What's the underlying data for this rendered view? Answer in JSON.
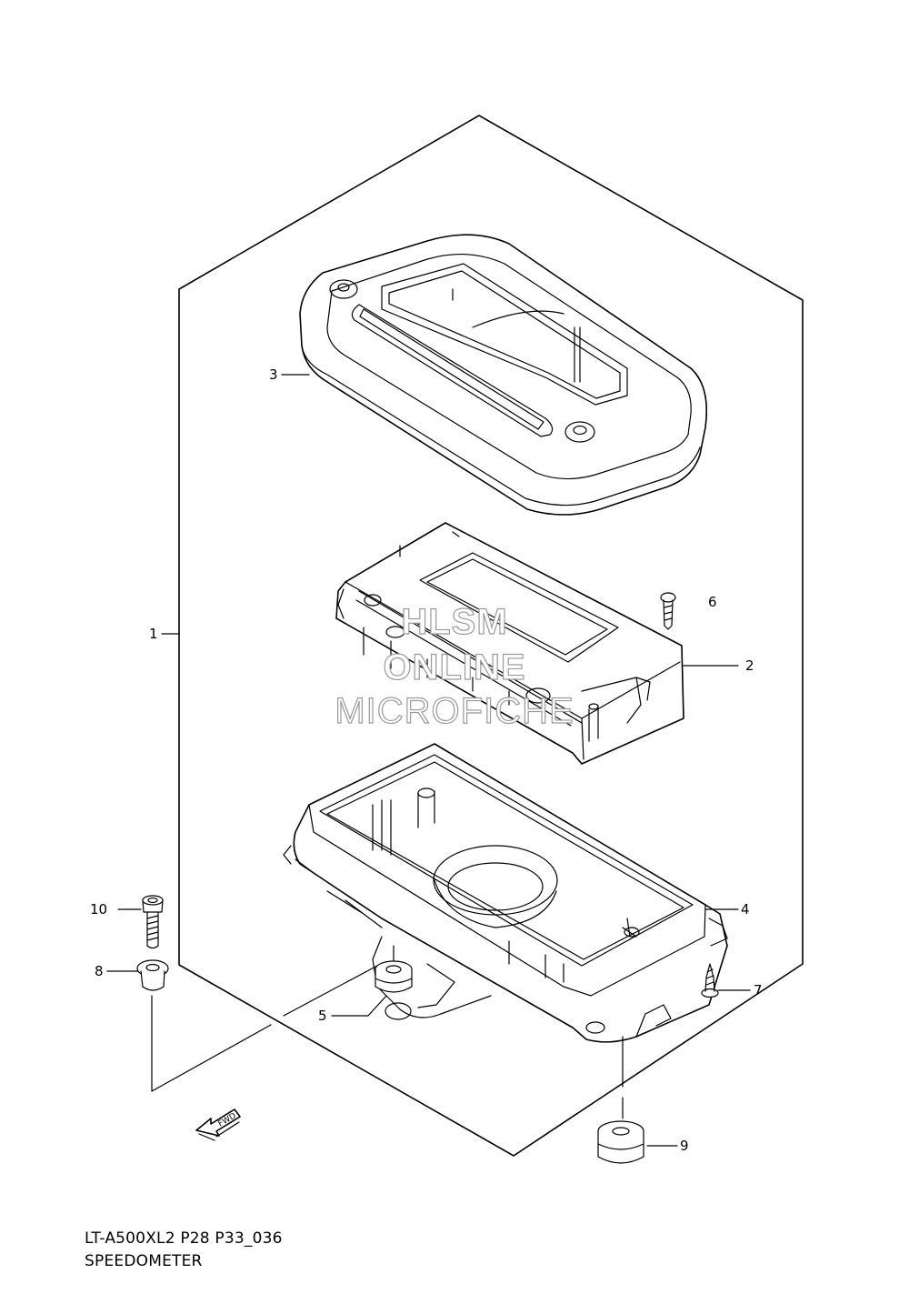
{
  "diagram": {
    "callouts": [
      {
        "id": "1",
        "label": "1"
      },
      {
        "id": "2",
        "label": "2"
      },
      {
        "id": "3",
        "label": "3"
      },
      {
        "id": "4",
        "label": "4"
      },
      {
        "id": "5",
        "label": "5"
      },
      {
        "id": "6",
        "label": "6"
      },
      {
        "id": "7",
        "label": "7"
      },
      {
        "id": "8",
        "label": "8"
      },
      {
        "id": "9",
        "label": "9"
      },
      {
        "id": "10",
        "label": "10"
      }
    ],
    "direction_marker": "FWD",
    "watermark": [
      "HLSM",
      "ONLINE",
      "MICROFICHE"
    ],
    "caption": {
      "code": "LT-A500XL2 P28 P33_036",
      "title": "SPEEDOMETER"
    }
  }
}
